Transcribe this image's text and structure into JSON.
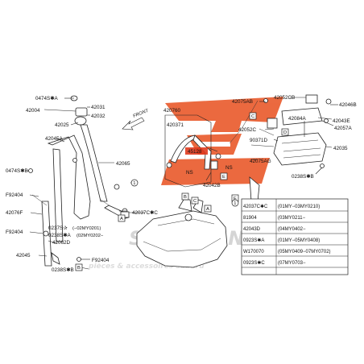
{
  "watermark": {
    "brand_text": "SCERFRANCE.com",
    "tagline": "pièces & accessoires subaru",
    "logo_color": "#e8501e"
  },
  "highlight": {
    "part": "45128",
    "color": "#e03a1e"
  },
  "front_label": "FRONT",
  "labels": {
    "l0474_top": "0474S✱A",
    "l42004": "42004",
    "l42031": "42031",
    "l42032": "42032",
    "l42025": "42025",
    "l42045A": "42045A",
    "l0474_mid": "0474S✱B",
    "lF92404_1": "F92404",
    "l42076F": "42076F",
    "lF92404_2": "F92404",
    "l0237S": "0237S✰",
    "l0238S_A": "0238S✱A",
    "l02MY0201": "(−02MY0201)",
    "l02MY0202": "(02MY0202−",
    "l42062D": "42062D",
    "l42045": "42045",
    "l0238S_B": "0238S✱B",
    "lF92404_3": "F92404",
    "l42065": "42065",
    "l42037C": "42037C✱C",
    "l420760": "420760",
    "l420371": "420371",
    "lNS1": "NS",
    "lNS2": "NS",
    "l42042B": "42042B",
    "l42075AB": "42075AB",
    "l42052CB": "42052CB",
    "l42046B": "42046B",
    "l42084A": "42084A",
    "l42043E": "42043E",
    "l42057A": "42057A",
    "l42052C": "42052C",
    "l90371D": "90371D",
    "l42035": "42035",
    "l42075AG": "42075AG",
    "l0238S_Bb": "0238S✱B",
    "c1": "1",
    "A1": "A",
    "A2": "A",
    "B1": "B",
    "B2": "B",
    "C1": "C",
    "C2": "C",
    "D1": "D",
    "E1": "E",
    "E2": "E"
  },
  "table": {
    "index": "1",
    "rows": [
      {
        "part": "42037C✱C",
        "range": "(01MY−03MY0210)"
      },
      {
        "part": "81904",
        "range": "(03MY0211−"
      },
      {
        "part": "42043D",
        "range": "(04MY0402−"
      },
      {
        "part": "0923S✱A",
        "range": "(01MY−05MY0408)"
      },
      {
        "part": "W170070",
        "range": "(05MY0409−07MY0702)"
      },
      {
        "part": "0923S✱C",
        "range": "(07MY0703−"
      }
    ]
  }
}
